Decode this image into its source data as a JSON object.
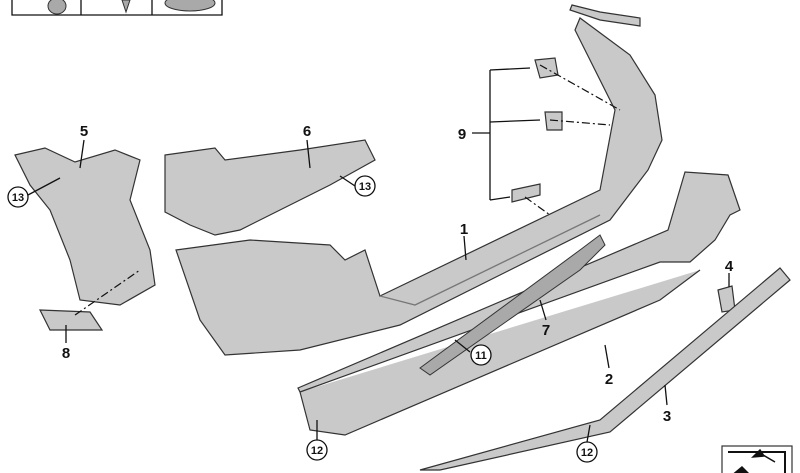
{
  "diagram": {
    "labels": {
      "l1": "1",
      "l2": "2",
      "l3": "3",
      "l4": "4",
      "l5": "5",
      "l6": "6",
      "l7": "7",
      "l8": "8",
      "l9": "9",
      "l11": "11",
      "l12a": "12",
      "l12b": "12",
      "l13a": "13",
      "l13b": "13"
    },
    "icons": {
      "top_left_fastener_strip": "fastener-icons",
      "bottom_right_icon": "arrow-icon"
    }
  }
}
